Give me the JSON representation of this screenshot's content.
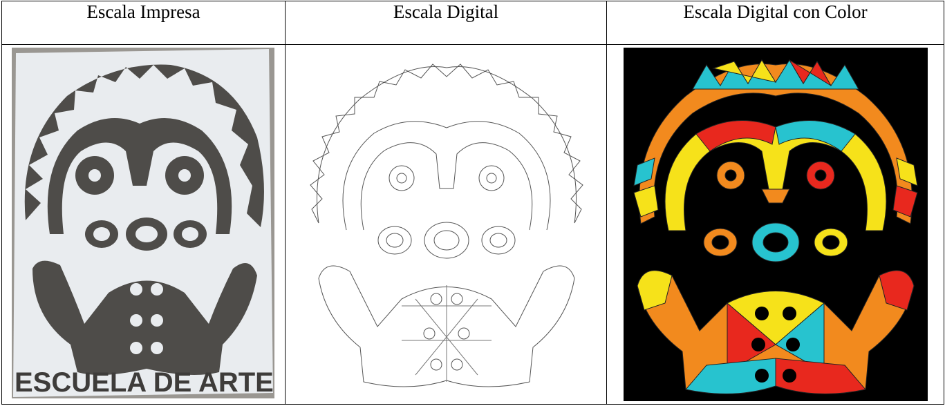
{
  "columns": [
    {
      "title": "Escala Impresa"
    },
    {
      "title": "Escala Digital"
    },
    {
      "title": "Escala Digital con Color"
    }
  ],
  "panels": {
    "printed": {
      "poster_text": "ESCUELA DE ARTES"
    },
    "digital": {
      "style": "outline-template"
    },
    "color": {
      "palette": [
        "#e8281e",
        "#f28a1e",
        "#f6e21a",
        "#27c3cf"
      ],
      "background": "#000000"
    }
  }
}
